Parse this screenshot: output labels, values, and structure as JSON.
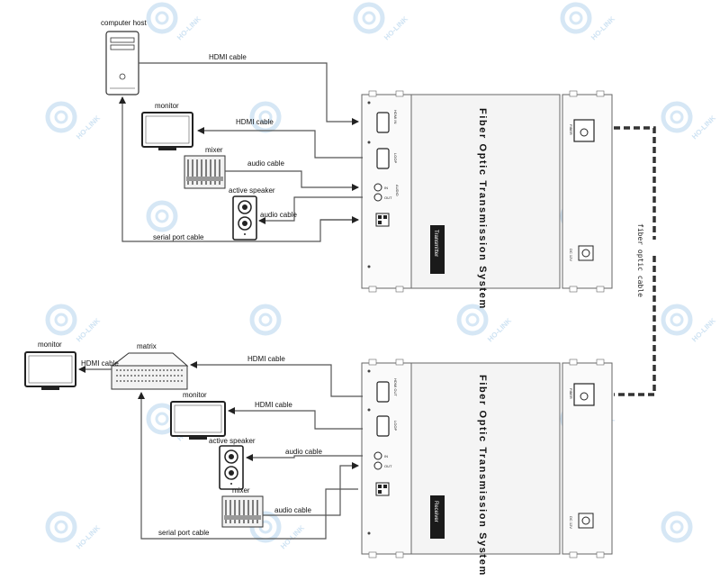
{
  "watermark": {
    "brand": "HO-LINK",
    "color": "#c9def0"
  },
  "fiber_cable": {
    "label": "fiber optic cable",
    "color": "#333333",
    "style": "dashed"
  },
  "transmitter_side": {
    "devices": {
      "computer_host": "computer host",
      "monitor": "monitor",
      "mixer": "mixer",
      "active_speaker": "active speaker"
    },
    "cables": {
      "hdmi_in": "HDMI cable",
      "hdmi_loop": "HDMI cable",
      "audio_in": "audio cable",
      "audio_out": "audio cable",
      "serial": "serial port cable"
    },
    "unit": {
      "title": "Fiber Optic Transmission System",
      "tag": "Transmitter",
      "ports": {
        "hdmi": "HDMI IN",
        "loop": "LOOP",
        "audio": "AUDIO",
        "in": "IN",
        "out": "OUT",
        "fiber": "FIBER",
        "power": "DC 12V"
      }
    }
  },
  "receiver_side": {
    "devices": {
      "monitor_left": "monitor",
      "matrix": "matrix",
      "monitor": "monitor",
      "active_speaker": "active speaker",
      "mixer": "mixer"
    },
    "cables": {
      "hdmi_matrix_monitor": "HDMI cable",
      "hdmi_out": "HDMI cable",
      "hdmi_loop": "HDMI cable",
      "audio_out": "audio cable",
      "audio_in": "audio cable",
      "serial": "serial port cable"
    },
    "unit": {
      "title": "Fiber Optic Transmission System",
      "tag": "Receiver",
      "ports": {
        "hdmi": "HDMI OUT",
        "loop": "LOOP",
        "in": "IN",
        "out": "OUT",
        "fiber": "FIBER",
        "power": "DC 12V"
      }
    }
  }
}
